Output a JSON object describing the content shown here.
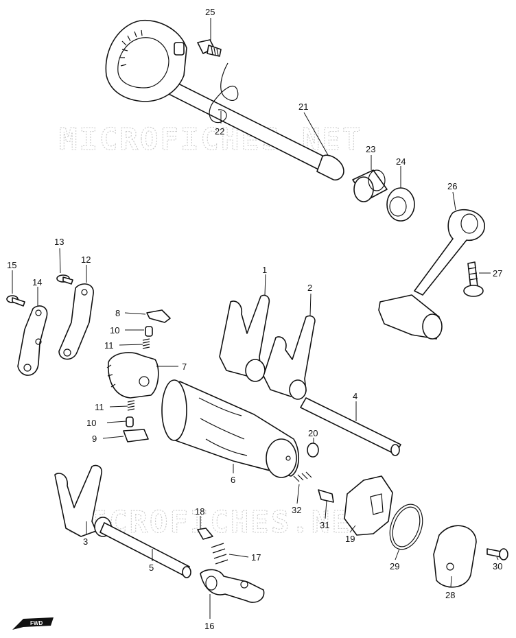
{
  "watermark": "MICROFICHES.NET",
  "watermark_partial": "MICROFICHES.NET",
  "direction_label": "FWD",
  "callouts": [
    {
      "id": "c1",
      "label": "1"
    },
    {
      "id": "c2",
      "label": "2"
    },
    {
      "id": "c3",
      "label": "3"
    },
    {
      "id": "c4",
      "label": "4"
    },
    {
      "id": "c5",
      "label": "5"
    },
    {
      "id": "c6",
      "label": "6"
    },
    {
      "id": "c7",
      "label": "7"
    },
    {
      "id": "c8",
      "label": "8"
    },
    {
      "id": "c9",
      "label": "9"
    },
    {
      "id": "c10a",
      "label": "10"
    },
    {
      "id": "c10b",
      "label": "10"
    },
    {
      "id": "c11a",
      "label": "11"
    },
    {
      "id": "c11b",
      "label": "11"
    },
    {
      "id": "c12",
      "label": "12"
    },
    {
      "id": "c13",
      "label": "13"
    },
    {
      "id": "c14",
      "label": "14"
    },
    {
      "id": "c15",
      "label": "15"
    },
    {
      "id": "c16",
      "label": "16"
    },
    {
      "id": "c17",
      "label": "17"
    },
    {
      "id": "c18",
      "label": "18"
    },
    {
      "id": "c19",
      "label": "19"
    },
    {
      "id": "c20",
      "label": "20"
    },
    {
      "id": "c21",
      "label": "21"
    },
    {
      "id": "c22",
      "label": "22"
    },
    {
      "id": "c23",
      "label": "23"
    },
    {
      "id": "c24",
      "label": "24"
    },
    {
      "id": "c25",
      "label": "25"
    },
    {
      "id": "c26",
      "label": "26"
    },
    {
      "id": "c27",
      "label": "27"
    },
    {
      "id": "c28",
      "label": "28"
    },
    {
      "id": "c29",
      "label": "29"
    },
    {
      "id": "c30",
      "label": "30"
    },
    {
      "id": "c31",
      "label": "31"
    },
    {
      "id": "c32",
      "label": "32"
    }
  ]
}
